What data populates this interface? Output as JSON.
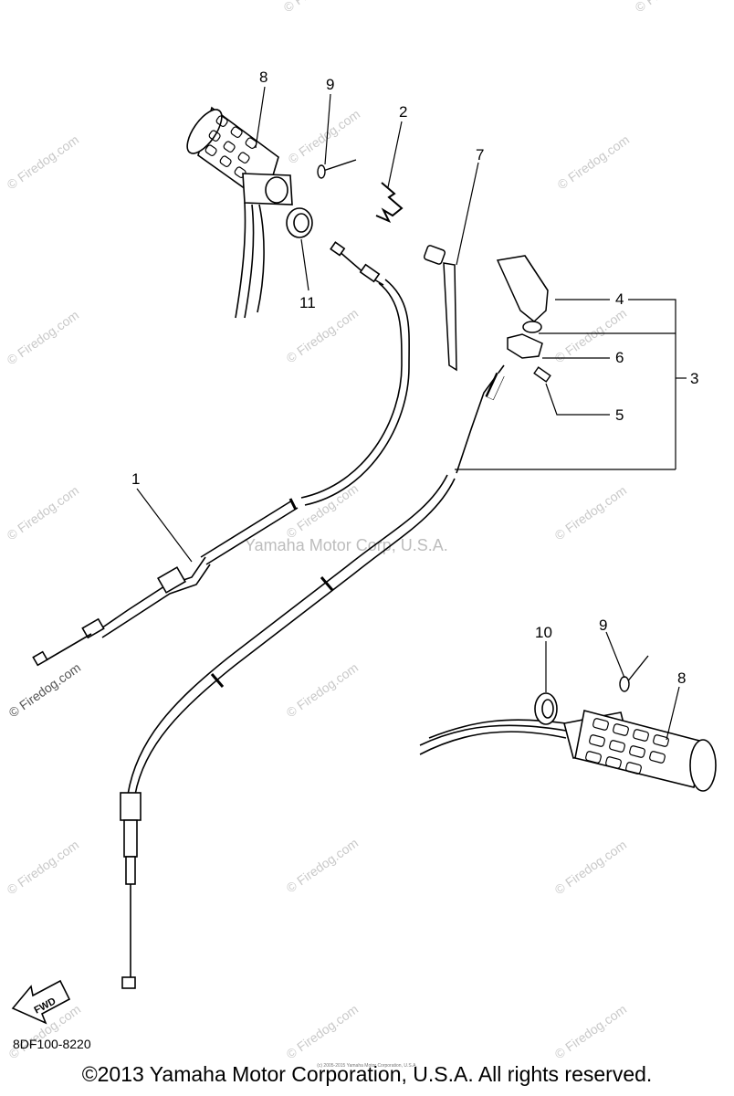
{
  "diagram": {
    "part_code": "8DF100-8220",
    "copyright": "©2013 Yamaha Motor Corporation, U.S.A. All rights reserved.",
    "center_watermark": "Yamaha Motor Corp, U.S.A.",
    "watermark_text": "© Firedog.com",
    "fine_print": "(c) 2005-2015 Yamaha Motor Corporation, U.S.A.",
    "direction_arrow": "FWD",
    "callouts": {
      "c1": "1",
      "c2": "2",
      "c3": "3",
      "c4": "4",
      "c5": "5",
      "c6": "6",
      "c7": "7",
      "c8a": "8",
      "c8b": "8",
      "c9a": "9",
      "c9b": "9",
      "c10": "10",
      "c11": "11"
    }
  }
}
